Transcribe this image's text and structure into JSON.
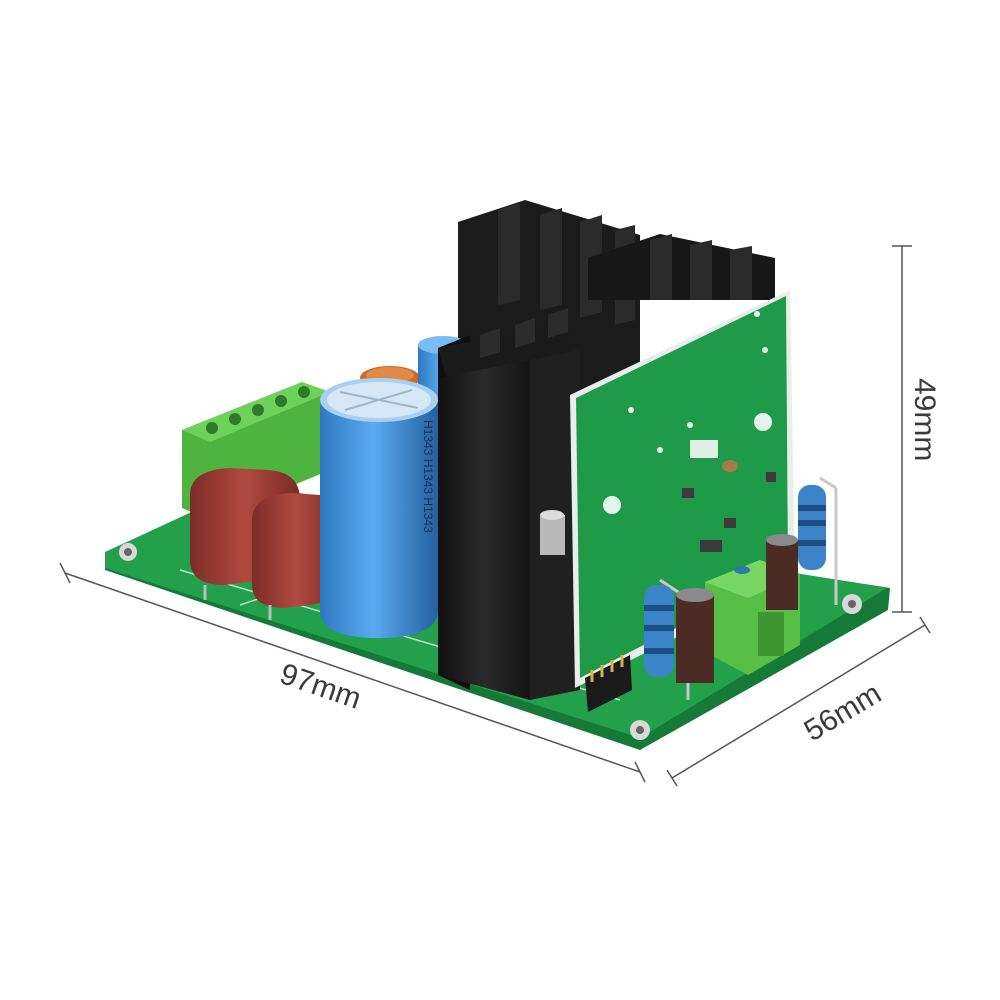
{
  "dimensions": {
    "length": "97mm",
    "width": "56mm",
    "height": "49mm"
  },
  "capacitor_print": "H1343 H1343 H1343",
  "colors": {
    "pcb_green": "#1f9a48",
    "pcb_dark": "#157a37",
    "heatsink": "#1c1c1c",
    "terminal_green": "#5cc24a",
    "capacitor_blue": "#3c8fd8",
    "film_cap_red": "#9c3b34",
    "dimension_line": "#555555"
  }
}
